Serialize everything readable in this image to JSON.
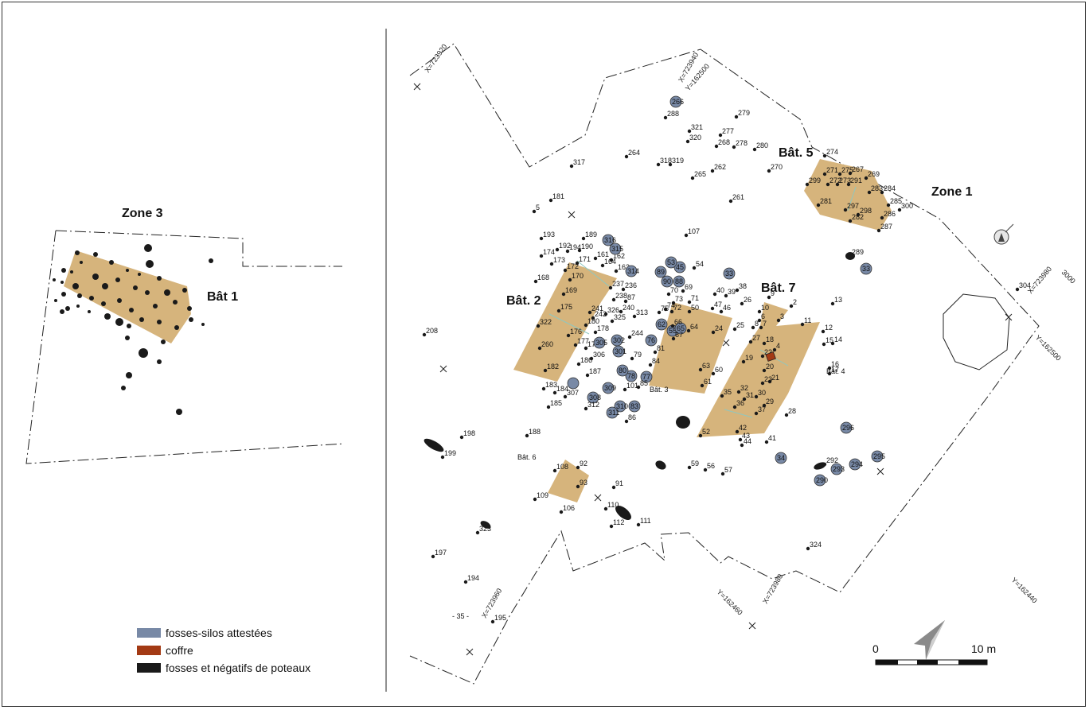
{
  "zones": {
    "zone1": "Zone 1",
    "zone3": "Zone 3"
  },
  "buildings": {
    "bat1": "Bât 1",
    "bat2": "Bât. 2",
    "bat3": "Bât. 3",
    "bat4": "Bât. 4",
    "bat5": "Bât. 5",
    "bat6": "Bât. 6",
    "bat7": "Bât. 7"
  },
  "grid_labels": [
    "X=723920",
    "X=723940",
    "Y=162500",
    "X=723960",
    "X=723980",
    "Y=162460",
    "X=723980",
    "3000",
    "Y=162500",
    "Y=162440"
  ],
  "marker": "- 35 -",
  "legend": {
    "items": [
      {
        "label": "fosses-silos attestées",
        "color": "#7889a6"
      },
      {
        "label": "coffre",
        "color": "#a33a14"
      },
      {
        "label": "fosses et  négatifs de poteaux",
        "color": "#1a1a1a"
      }
    ]
  },
  "scale": {
    "start": "0",
    "end": "10 m"
  },
  "colors": {
    "building": "#d6b47c",
    "silo": "#7889a6",
    "coffre": "#a33a14",
    "post": "#1a1a1a"
  },
  "features": {
    "silos": [
      "266",
      "316",
      "315",
      "314",
      "53",
      "45",
      "89",
      "90",
      "88",
      "33",
      "76",
      "62",
      "65",
      "55",
      "305",
      "302",
      "301",
      "80",
      "78",
      "77",
      "309",
      "308",
      "310",
      "83",
      "311",
      "34",
      "296",
      "293",
      "294",
      "295",
      "290"
    ],
    "posts": [
      "288",
      "321",
      "320",
      "279",
      "277",
      "268",
      "278",
      "280",
      "264",
      "318",
      "319",
      "317",
      "265",
      "262",
      "270",
      "274",
      "271",
      "275",
      "267",
      "269",
      "299",
      "272",
      "273",
      "291",
      "283",
      "284",
      "285",
      "300",
      "281",
      "297",
      "298",
      "286",
      "282",
      "287",
      "261",
      "181",
      "5",
      "193",
      "189",
      "174",
      "192",
      "194",
      "190",
      "172",
      "173",
      "171",
      "161",
      "162",
      "163",
      "164",
      "168",
      "170",
      "237",
      "236",
      "238",
      "87",
      "169",
      "175",
      "241",
      "242",
      "326",
      "240",
      "180",
      "325",
      "313",
      "322",
      "176",
      "177",
      "179",
      "178",
      "260",
      "186",
      "187",
      "182",
      "183",
      "184",
      "307",
      "185",
      "312",
      "244",
      "79",
      "84",
      "81",
      "85",
      "86",
      "107",
      "54",
      "70",
      "69",
      "73",
      "72",
      "71",
      "50",
      "75",
      "74",
      "66",
      "67",
      "64",
      "61",
      "63",
      "60",
      "62",
      "52",
      "24",
      "25",
      "47",
      "46",
      "40",
      "39",
      "38",
      "26",
      "35",
      "36",
      "32",
      "31",
      "30",
      "29",
      "27",
      "28",
      "22",
      "23",
      "21",
      "20",
      "19",
      "18",
      "9",
      "10",
      "8",
      "7",
      "6",
      "2",
      "3",
      "4",
      "11",
      "12",
      "13",
      "14",
      "15",
      "16",
      "17",
      "289",
      "208",
      "198",
      "199",
      "188",
      "92",
      "108",
      "109",
      "93",
      "106",
      "91",
      "110",
      "112",
      "111",
      "323",
      "197",
      "194",
      "195",
      "59",
      "56",
      "57",
      "292",
      "42",
      "43",
      "44",
      "41",
      "324",
      "304"
    ]
  }
}
